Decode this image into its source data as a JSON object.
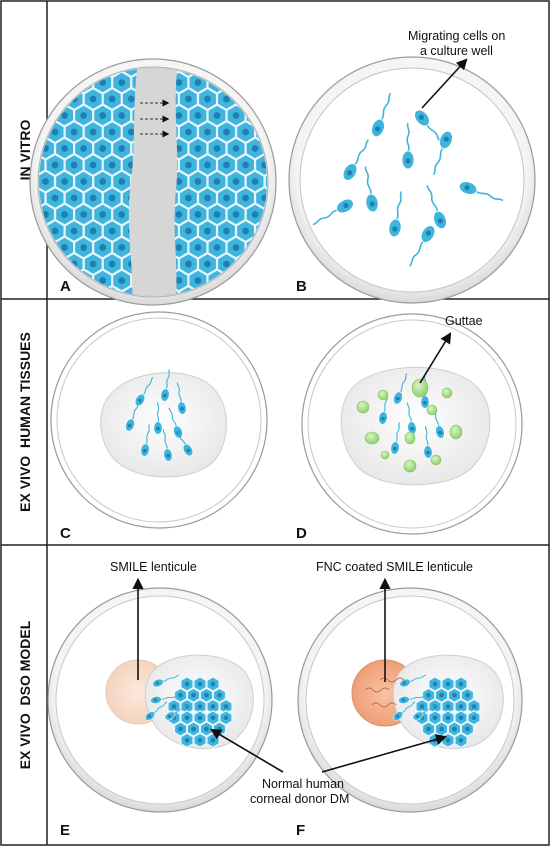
{
  "rows": [
    {
      "title": "IN VITRO"
    },
    {
      "title": "EX VIVO  HUMAN TISSUES"
    },
    {
      "title": "EX VIVO  DSO MODEL"
    }
  ],
  "panels": {
    "A": "A",
    "B": "B",
    "C": "C",
    "D": "D",
    "E": "E",
    "F": "F"
  },
  "annotations": {
    "migrating_line1": "Migrating cells on",
    "migrating_line2": "a culture well",
    "guttae": "Guttae",
    "smile": "SMILE lenticule",
    "fnc": "FNC coated SMILE lenticule",
    "normal_line1": "Normal human",
    "normal_line2": "corneal donor DM"
  },
  "colors": {
    "cell_fill": "#3fb4dc",
    "cell_nucleus": "#1f7fb0",
    "gutta": "#a8e08a",
    "lenticule": "#f6dcc8",
    "lenticule_fnc": "#f2a884",
    "border": "#222222"
  }
}
